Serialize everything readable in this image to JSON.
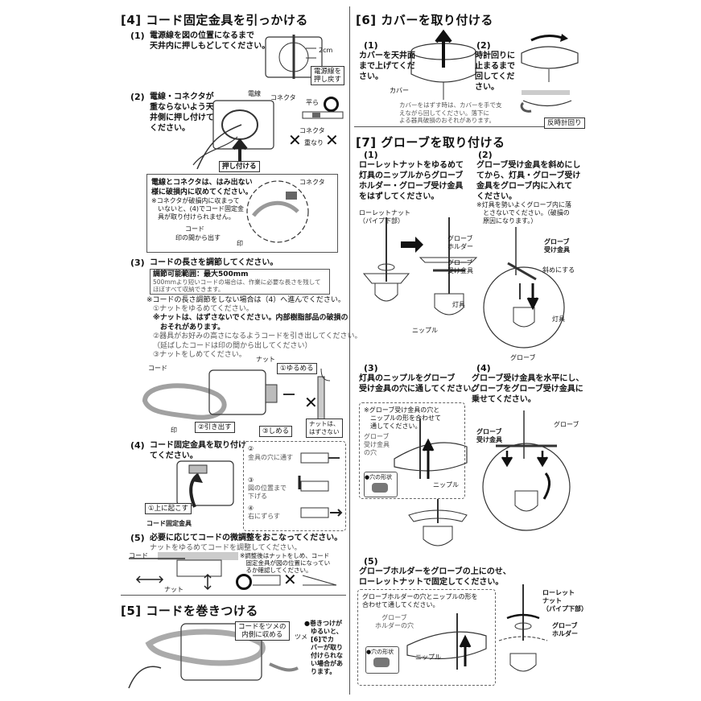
{
  "s4": {
    "title": "[4]  コード固定金具を引っかける",
    "st1": {
      "num": "(1)",
      "text": "電源線を図の位置になるまで\n天井内に押しもどしてください。",
      "dim": "2cm",
      "label": "電源線を\n押し戻す"
    },
    "st2": {
      "num": "(2)",
      "text": "電線・コネクタが\n重ならないよう天\n井側に押し付けて\nください。",
      "wire": "電線",
      "connector": "コネクタ",
      "flat": "平ら",
      "connector2": "コネクタ",
      "overlap": "重なり",
      "push": "押し付ける"
    },
    "note1": {
      "title": "電線とコネクタは、はみ出ない\n様に破損内に収めてください。",
      "body": "※コネクタが破損内に収まって\n　いないと、(4)でコード固定金\n　具が取り付けられません。",
      "conn": "コネクタ",
      "cord": "コード",
      "mark": "印の間から出す",
      "mark2": "印"
    },
    "st3": {
      "num": "(3)",
      "text": "コードの長さを調節してください。",
      "range_title": "調節可能範囲：最大500mm",
      "range_body": "500mmより短いコードの場合は、作業に必要な長さを残して\nほぼすべて収納できます。",
      "skip": "※コードの長さ調節をしない場合は（4）へ進んでください。",
      "a1": "①ナットをゆるめてください。",
      "a2": "※ナットは、はずさないでください。内部樹脂部品の破損の\n　おそれがあります。",
      "a3": "②器具がお好みの高さになるようコードを引き出してください。\n（延ばしたコードは印の間から出してください）",
      "a4": "③ナットをしめてください。",
      "nut": "ナット",
      "cord": "コード",
      "loosen": "①ゆるめる",
      "mark": "印",
      "pull": "②引き出す",
      "tighten": "③しめる",
      "nonut": "ナットは、\nはずさない"
    },
    "st4": {
      "num": "(4)",
      "text": "コード固定金具を取り付け\nてください。",
      "r2n": "②",
      "r2": "金具の穴に通す",
      "r3n": "③",
      "r3": "図の位置まで\n下げる",
      "r4n": "④",
      "r4": "右にずらす",
      "raise": "①上に起こす",
      "bracket": "コード固定金具"
    },
    "st5": {
      "num": "(5)",
      "text": "必要に応じてコードの微調整をおこなってください。",
      "sub": "ナットをゆるめてコードを調整してください。",
      "cord": "コード",
      "nut": "ナット",
      "note": "※調整後はナットをしめ、コード\n　固定金具が図の位置になってい\n　るか確認してください。"
    }
  },
  "s5": {
    "title": "[5]  コードを巻きつける",
    "label": "コードをツメの\n内側に収める",
    "claw": "ツメ",
    "note": "●巻きつけが\n　ゆるいと、\n　[6]でカ\n　バーが取り\n　付けられな\n　い場合があ\n　ります。"
  },
  "s6": {
    "title": "[6]  カバーを取り付ける",
    "st1": {
      "num": "(1)",
      "text": "カバーを天井面\nまで上げてくだ\nさい。",
      "cover": "カバー"
    },
    "st2": {
      "num": "(2)",
      "text": "時計回りに\n止まるまで\n回してくだ\nさい。"
    },
    "note": "カバーをはずす時は、カバーを手で支\nえながら回してください。落下に\nよる器具破損のおそれがあります。",
    "ccw": "反時計回り"
  },
  "s7": {
    "title": "[7]  グローブを取り付ける",
    "st1": {
      "num": "(1)",
      "text": "ローレットナットをゆるめて\n灯具のニップルからグローブ\nホルダー・グローブ受け金具\nをはずしてください。",
      "knurl": "ローレットナット\n（パイプ下部）",
      "holder": "グローブ\nホルダー",
      "receiver": "グローブ\n受け金具",
      "lamp": "灯具",
      "nipple": "ニップル"
    },
    "st2": {
      "num": "(2)",
      "text": "グローブ受け金具を斜めにし\nてから、灯具・グローブ受け\n金具をグローブ内に入れて\nください。",
      "note": "※灯具を勢いよくグローブ内に落\n　とさないでください。（破損の\n　原因になります。）",
      "receiver": "グローブ\n受け金具",
      "tilt": "斜めにする",
      "lamp": "灯具",
      "globe": "グローブ"
    },
    "st3": {
      "num": "(3)",
      "text": "灯具のニップルをグローブ\n受け金具の穴に通してください。",
      "note": "※グローブ受け金具の穴と\n　ニップルの形を合わせて\n　通してください。",
      "hole": "グローブ\n受け金具\nの穴",
      "shape": "●穴の形状",
      "nipple": "ニップル"
    },
    "st4": {
      "num": "(4)",
      "text": "グローブ受け金具を水平にし、\nグローブをグローブ受け金具に\n乗せてください。",
      "globe": "グローブ",
      "receiver": "グローブ\n受け金具"
    },
    "st5": {
      "num": "(5)",
      "text": "グローブホルダーをグローブの上にのせ、\nローレットナットで固定してください。",
      "note": "グローブホルダーの穴とニップルの形を\n合わせて通してください。",
      "hole": "グローブ\nホルダーの穴",
      "shape": "●穴の形状",
      "nipple": "ニップル",
      "knurl": "ローレット\nナット\n（パイプ下部）",
      "holder": "グローブ\nホルダー"
    }
  }
}
